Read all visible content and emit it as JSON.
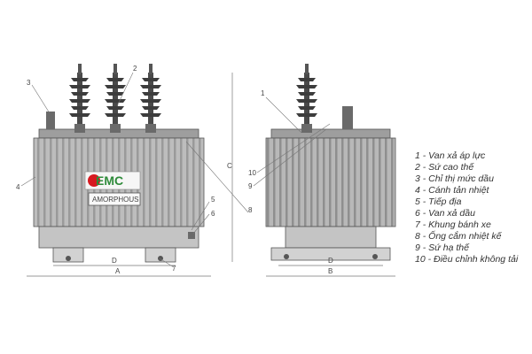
{
  "brand": {
    "logo_text": "EMC",
    "plate_text": "AMORPHOUS",
    "accent": "#d71920",
    "logo_green": "#2e8b3a"
  },
  "colors": {
    "body": "#b4b4b4",
    "fin": "#8c8c8c",
    "dark": "#4a4a4a",
    "line": "#555555"
  },
  "dimensions": {
    "A": "A",
    "B": "B",
    "C": "C",
    "D_front": "D",
    "D_side": "D"
  },
  "callouts": {
    "c1": "1",
    "c2": "2",
    "c3": "3",
    "c4": "4",
    "c5": "5",
    "c6": "6",
    "c7": "7",
    "c8": "8",
    "c9": "9",
    "c10": "10"
  },
  "legend": [
    "1 - Van xả áp lực",
    "2 - Sứ cao thế",
    "3 - Chỉ thị mức dầu",
    "4 - Cánh tản nhiệt",
    "5 - Tiếp địa",
    "6 - Van xả dầu",
    "7 - Khung bánh xe",
    "8 - Ống cắm nhiệt kế",
    "9 - Sứ hạ thế",
    "10 - Điều chỉnh không tải"
  ]
}
